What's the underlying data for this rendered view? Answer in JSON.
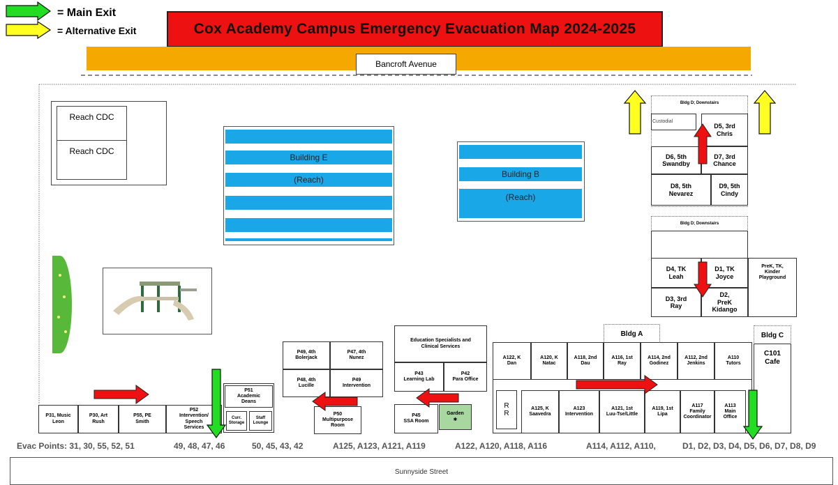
{
  "colors": {
    "main_exit": "#22dd22",
    "alternative_exit": "#ffff22",
    "route_arrow": "#ee1111",
    "title_bg": "#ee1111",
    "title_text": "#111111",
    "road": "#f5a800",
    "building_stripe": "#1aa7e8",
    "garden": "#a8d8a0"
  },
  "legend": {
    "main_exit_label": "= Main Exit",
    "alternative_exit_label": "= Alternative Exit"
  },
  "title": "Cox Academy Campus Emergency Evacuation Map 2024-2025",
  "streets": {
    "north": "Bancroft Avenue",
    "south": "Sunnyside Street"
  },
  "reach_cdc": [
    "Reach CDC",
    "Reach CDC"
  ],
  "building_e": {
    "name": "Building E",
    "sub": "(Reach)"
  },
  "building_b": {
    "name": "Building B",
    "sub": "(Reach)"
  },
  "bldg_d_upper": {
    "header": "Bldg D; Downstairs",
    "rooms": {
      "custodial": "Custodial",
      "d5": "D5, 3rd\nChris",
      "d6": "D6, 5th\nSwandby",
      "d7": "D7, 3rd\nChance",
      "d8": "D8, 5th\nNevarez",
      "d9": "D9, 5th\nCindy"
    }
  },
  "bldg_d_lower": {
    "header": "Bldg D; Downstairs",
    "rooms": {
      "d4": "D4, TK\nLeah",
      "d1": "D1, TK\nJoyce",
      "d3": "D3, 3rd\nRay",
      "d2": "D2,\nPreK\nKidango",
      "prek": "PreK, TK,\nKinder\nPlayground"
    }
  },
  "bldg_a": {
    "header": "Bldg A",
    "rooms": {
      "a122": "A122, K\nDan",
      "a120": "A120, K\nNatac",
      "a118": "A118, 2nd\nDau",
      "a116": "A116, 1st\nRay",
      "a114": "A114, 2nd\nGodinez",
      "a112": "A112, 2nd\nJenkins",
      "a110": "A110\nTutors",
      "rr": "R\nR",
      "a125": "A125, K\nSaavedra",
      "a123": "A123\nIntervention",
      "a121": "A121, 1st\nLuu-Tse/Little",
      "a119": "A119, 1st\nLipa",
      "a117": "A117\nFamily\nCoordinator",
      "a113": "A113\nMain\nOffice"
    }
  },
  "bldg_c": {
    "header": "Bldg C",
    "room": "C101\nCafe"
  },
  "portables": {
    "p49": "P49, 4th\nBolerjack",
    "p47": "P47, 4th\nNunez",
    "p48": "P48, 4th\nLucille",
    "p49i": "P49\nIntervention",
    "p50": "P50\nMultipurpose\nRoom",
    "p51": "P51\nAcademic\nDeans",
    "curr": "Curr.\nStorage",
    "staff": "Staff\nLounge",
    "p31": "P31, Music\nLeon",
    "p30": "P30, Art\nRush",
    "p55": "P55, PE\nSmith",
    "p52": "P52\nIntervention/\nSpeech\nServices"
  },
  "ed_specialists": {
    "header": "Education Specialists and\nClinical Services",
    "p43": "P43\nLearning Lab",
    "p42": "P42\nPara Office",
    "p45": "P45\nSSA Room",
    "garden": "Garden\n✱"
  },
  "evac_points": [
    "Evac Points: 31, 30, 55, 52, 51",
    "49, 48, 47, 46",
    "50, 45, 43, 42",
    "A125, A123, A121, A119",
    "A122, A120, A118, A116",
    "A114, A112, A110,",
    "D1, D2, D3, D4, D5, D6, D7, D8, D9"
  ]
}
